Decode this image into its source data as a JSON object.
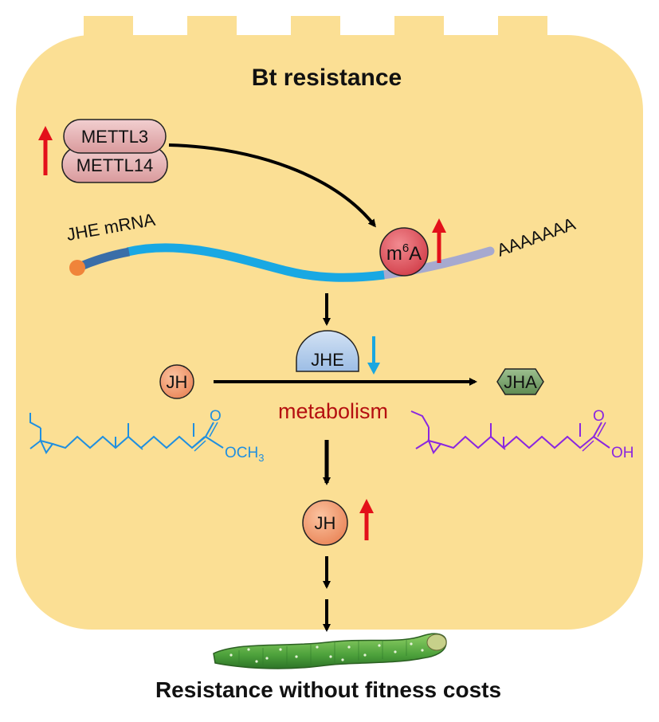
{
  "title": "Bt resistance",
  "caption": "Resistance without fitness costs",
  "proteins": {
    "top": "METTL3",
    "bottom": "METTL14"
  },
  "mrna": {
    "label": "JHE mRNA",
    "polyA": "AAAAAAA",
    "mod_base": "m",
    "mod_sup": "6",
    "mod_tail": "A"
  },
  "enzyme": "JHE",
  "substrate": "JH",
  "product": "JHA",
  "process": "metabolism",
  "result": "JH",
  "chem_left": {
    "o_top": "O",
    "group_base": "OCH",
    "group_sub": "3"
  },
  "chem_right": {
    "o_top": "O",
    "group": "OH"
  },
  "colors": {
    "cell": "#fbdf94",
    "mettl": "#e7b1b3",
    "m6a": "#de545d",
    "jh": "#f09a72",
    "jhe": "#b4cdea",
    "jha": "#7aa06c",
    "mrna_main": "#19a8e3",
    "mrna_5utr": "#3a6ea8",
    "mrna_3utr": "#a6a9cf",
    "cap": "#f0843a",
    "up_arrow": "#e3101a",
    "down_arrow": "#1aa7e0",
    "metabolism_text": "#b50f10",
    "chem_left": "#1f8fe0",
    "chem_right": "#8a26e0"
  },
  "icons": {
    "up": "up-arrow-icon",
    "down": "down-arrow-icon",
    "larva": "caterpillar-icon"
  }
}
